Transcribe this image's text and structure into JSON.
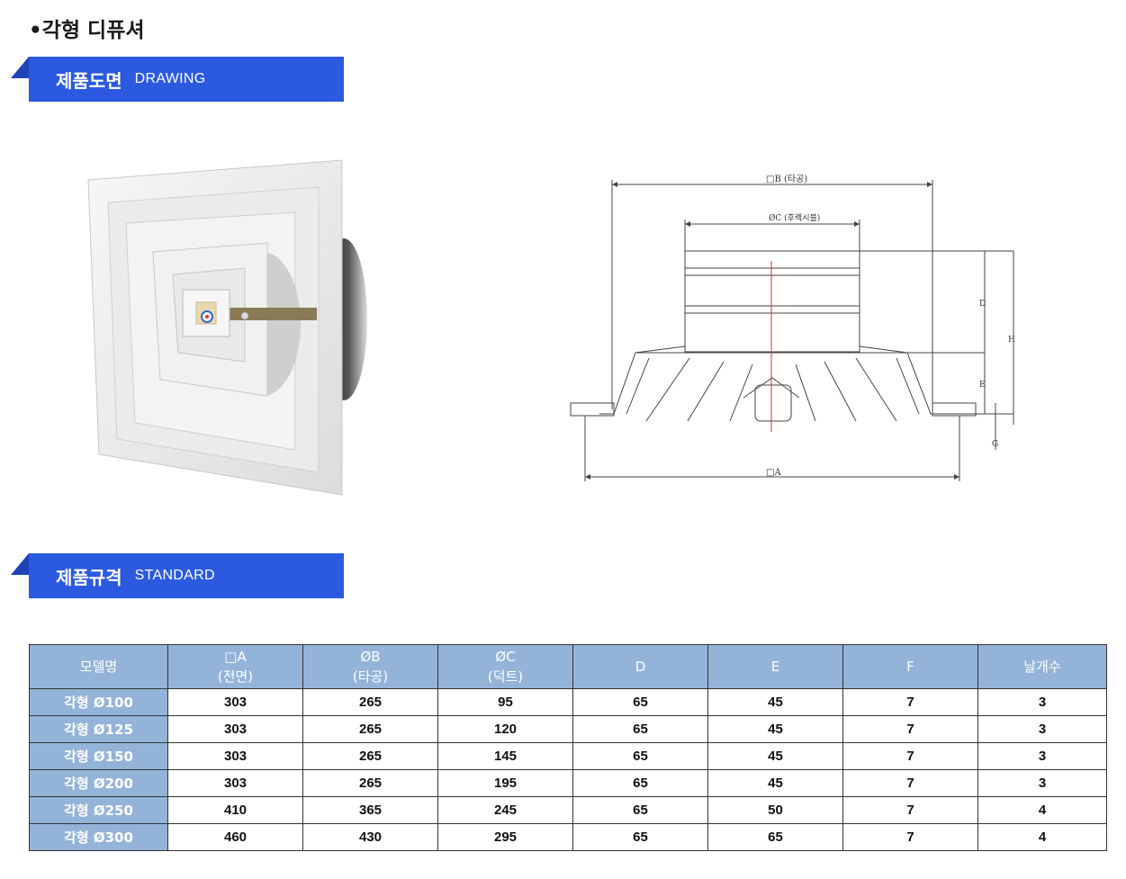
{
  "page_title": "•각형 디퓨셔",
  "sections": {
    "drawing": {
      "ko": "제품도면",
      "en": "DRAWING"
    },
    "standard": {
      "ko": "제품규격",
      "en": "STANDARD"
    }
  },
  "drawing_labels": {
    "b": "□B (타공)",
    "c": "ØC (후렉시블)",
    "a": "□A",
    "d": "D",
    "e": "E",
    "h": "H",
    "g": "G"
  },
  "table": {
    "headers": [
      {
        "line1": "모델명",
        "line2": ""
      },
      {
        "line1": "□A",
        "line2": "(전면)"
      },
      {
        "line1": "ØB",
        "line2": "(타공)"
      },
      {
        "line1": "ØC",
        "line2": "(덕트)"
      },
      {
        "line1": "D",
        "line2": ""
      },
      {
        "line1": "E",
        "line2": ""
      },
      {
        "line1": "F",
        "line2": ""
      },
      {
        "line1": "날개수",
        "line2": ""
      }
    ],
    "rows": [
      [
        "각형 Ø100",
        "303",
        "265",
        "95",
        "65",
        "45",
        "7",
        "3"
      ],
      [
        "각형 Ø125",
        "303",
        "265",
        "120",
        "65",
        "45",
        "7",
        "3"
      ],
      [
        "각형 Ø150",
        "303",
        "265",
        "145",
        "65",
        "45",
        "7",
        "3"
      ],
      [
        "각형 Ø200",
        "303",
        "265",
        "195",
        "65",
        "45",
        "7",
        "3"
      ],
      [
        "각형 Ø250",
        "410",
        "365",
        "245",
        "65",
        "50",
        "7",
        "4"
      ],
      [
        "각형 Ø300",
        "460",
        "430",
        "295",
        "65",
        "65",
        "7",
        "4"
      ]
    ]
  },
  "colors": {
    "banner": "#2b59e0",
    "header_bg": "#94b3d9"
  }
}
